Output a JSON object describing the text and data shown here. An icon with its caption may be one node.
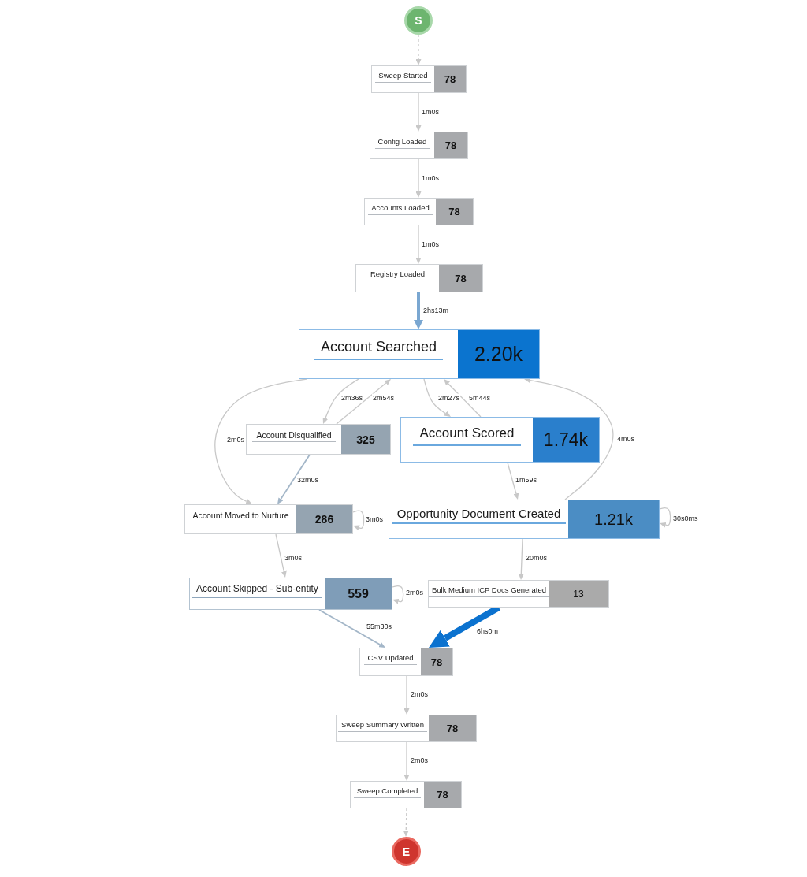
{
  "diagram": {
    "nodes": [
      {
        "text": [
          "S"
        ]
      },
      {
        "text": [
          "Sweep Started",
          "78"
        ]
      },
      {
        "text": [
          "Config Loaded",
          "78"
        ]
      },
      {
        "text": [
          "Accounts Loaded",
          "78"
        ]
      },
      {
        "text": [
          "Registry Loaded",
          "78"
        ]
      },
      {
        "text": [
          "Account Searched",
          "2.20k"
        ]
      },
      {
        "text": [
          "Account Disqualified",
          "325"
        ]
      },
      {
        "text": [
          "Account Scored",
          "1.74k"
        ]
      },
      {
        "text": [
          "Account Moved to Nurture",
          "286"
        ]
      },
      {
        "text": [
          "Opportunity Document Created",
          "1.21k"
        ]
      },
      {
        "text": [
          "Account Skipped - Sub-entity",
          "559"
        ]
      },
      {
        "text": [
          "Bulk Medium ICP Docs Generated",
          "13"
        ]
      },
      {
        "text": [
          "CSV Updated",
          "78"
        ]
      },
      {
        "text": [
          "Sweep Summary Written",
          "78"
        ]
      },
      {
        "text": [
          "Sweep Completed",
          "78"
        ]
      },
      {
        "text": [
          "E"
        ]
      }
    ],
    "edges": [
      {
        "from": 0,
        "to": 1,
        "arrow": "to",
        "style": "dashed"
      },
      {
        "from": 1,
        "to": 2,
        "arrow": "to",
        "label": "1m0s"
      },
      {
        "from": 2,
        "to": 3,
        "arrow": "to",
        "label": "1m0s"
      },
      {
        "from": 3,
        "to": 4,
        "arrow": "to",
        "label": "1m0s"
      },
      {
        "from": 4,
        "to": 5,
        "arrow": "to",
        "label": "2hs13m",
        "style": "thick",
        "color": "#7aa7d1"
      },
      {
        "from": 5,
        "to": 6,
        "arrow": "to",
        "label": "2m36s"
      },
      {
        "from": 6,
        "to": 5,
        "arrow": "to",
        "label": "2m54s"
      },
      {
        "from": 5,
        "to": 7,
        "arrow": "to",
        "label": "2m27s"
      },
      {
        "from": 7,
        "to": 5,
        "arrow": "to",
        "label": "5m44s"
      },
      {
        "from": 5,
        "to": 8,
        "arrow": "to",
        "label": "2m0s"
      },
      {
        "from": 9,
        "to": 5,
        "arrow": "to",
        "label": "4m0s"
      },
      {
        "from": 6,
        "to": 8,
        "arrow": "to",
        "label": "32m0s",
        "color": "#a3b6c8"
      },
      {
        "from": 8,
        "to": 8,
        "arrow": "to",
        "label": "3m0s"
      },
      {
        "from": 7,
        "to": 9,
        "arrow": "to",
        "label": "1m59s"
      },
      {
        "from": 9,
        "to": 9,
        "arrow": "to",
        "label": "30s0ms"
      },
      {
        "from": 8,
        "to": 10,
        "arrow": "to",
        "label": "3m0s"
      },
      {
        "from": 9,
        "to": 11,
        "arrow": "to",
        "label": "20m0s"
      },
      {
        "from": 10,
        "to": 10,
        "arrow": "to",
        "label": "2m0s"
      },
      {
        "from": 10,
        "to": 12,
        "arrow": "to",
        "label": "55m30s",
        "color": "#a3b6c8"
      },
      {
        "from": 11,
        "to": 12,
        "arrow": "to",
        "label": "6hs0m",
        "style": "thick",
        "color": "#0b72cf"
      },
      {
        "from": 12,
        "to": 13,
        "arrow": "to",
        "label": "2m0s"
      },
      {
        "from": 13,
        "to": 14,
        "arrow": "to",
        "label": "2m0s"
      },
      {
        "from": 14,
        "to": 15,
        "arrow": "to",
        "style": "dashed"
      }
    ]
  }
}
